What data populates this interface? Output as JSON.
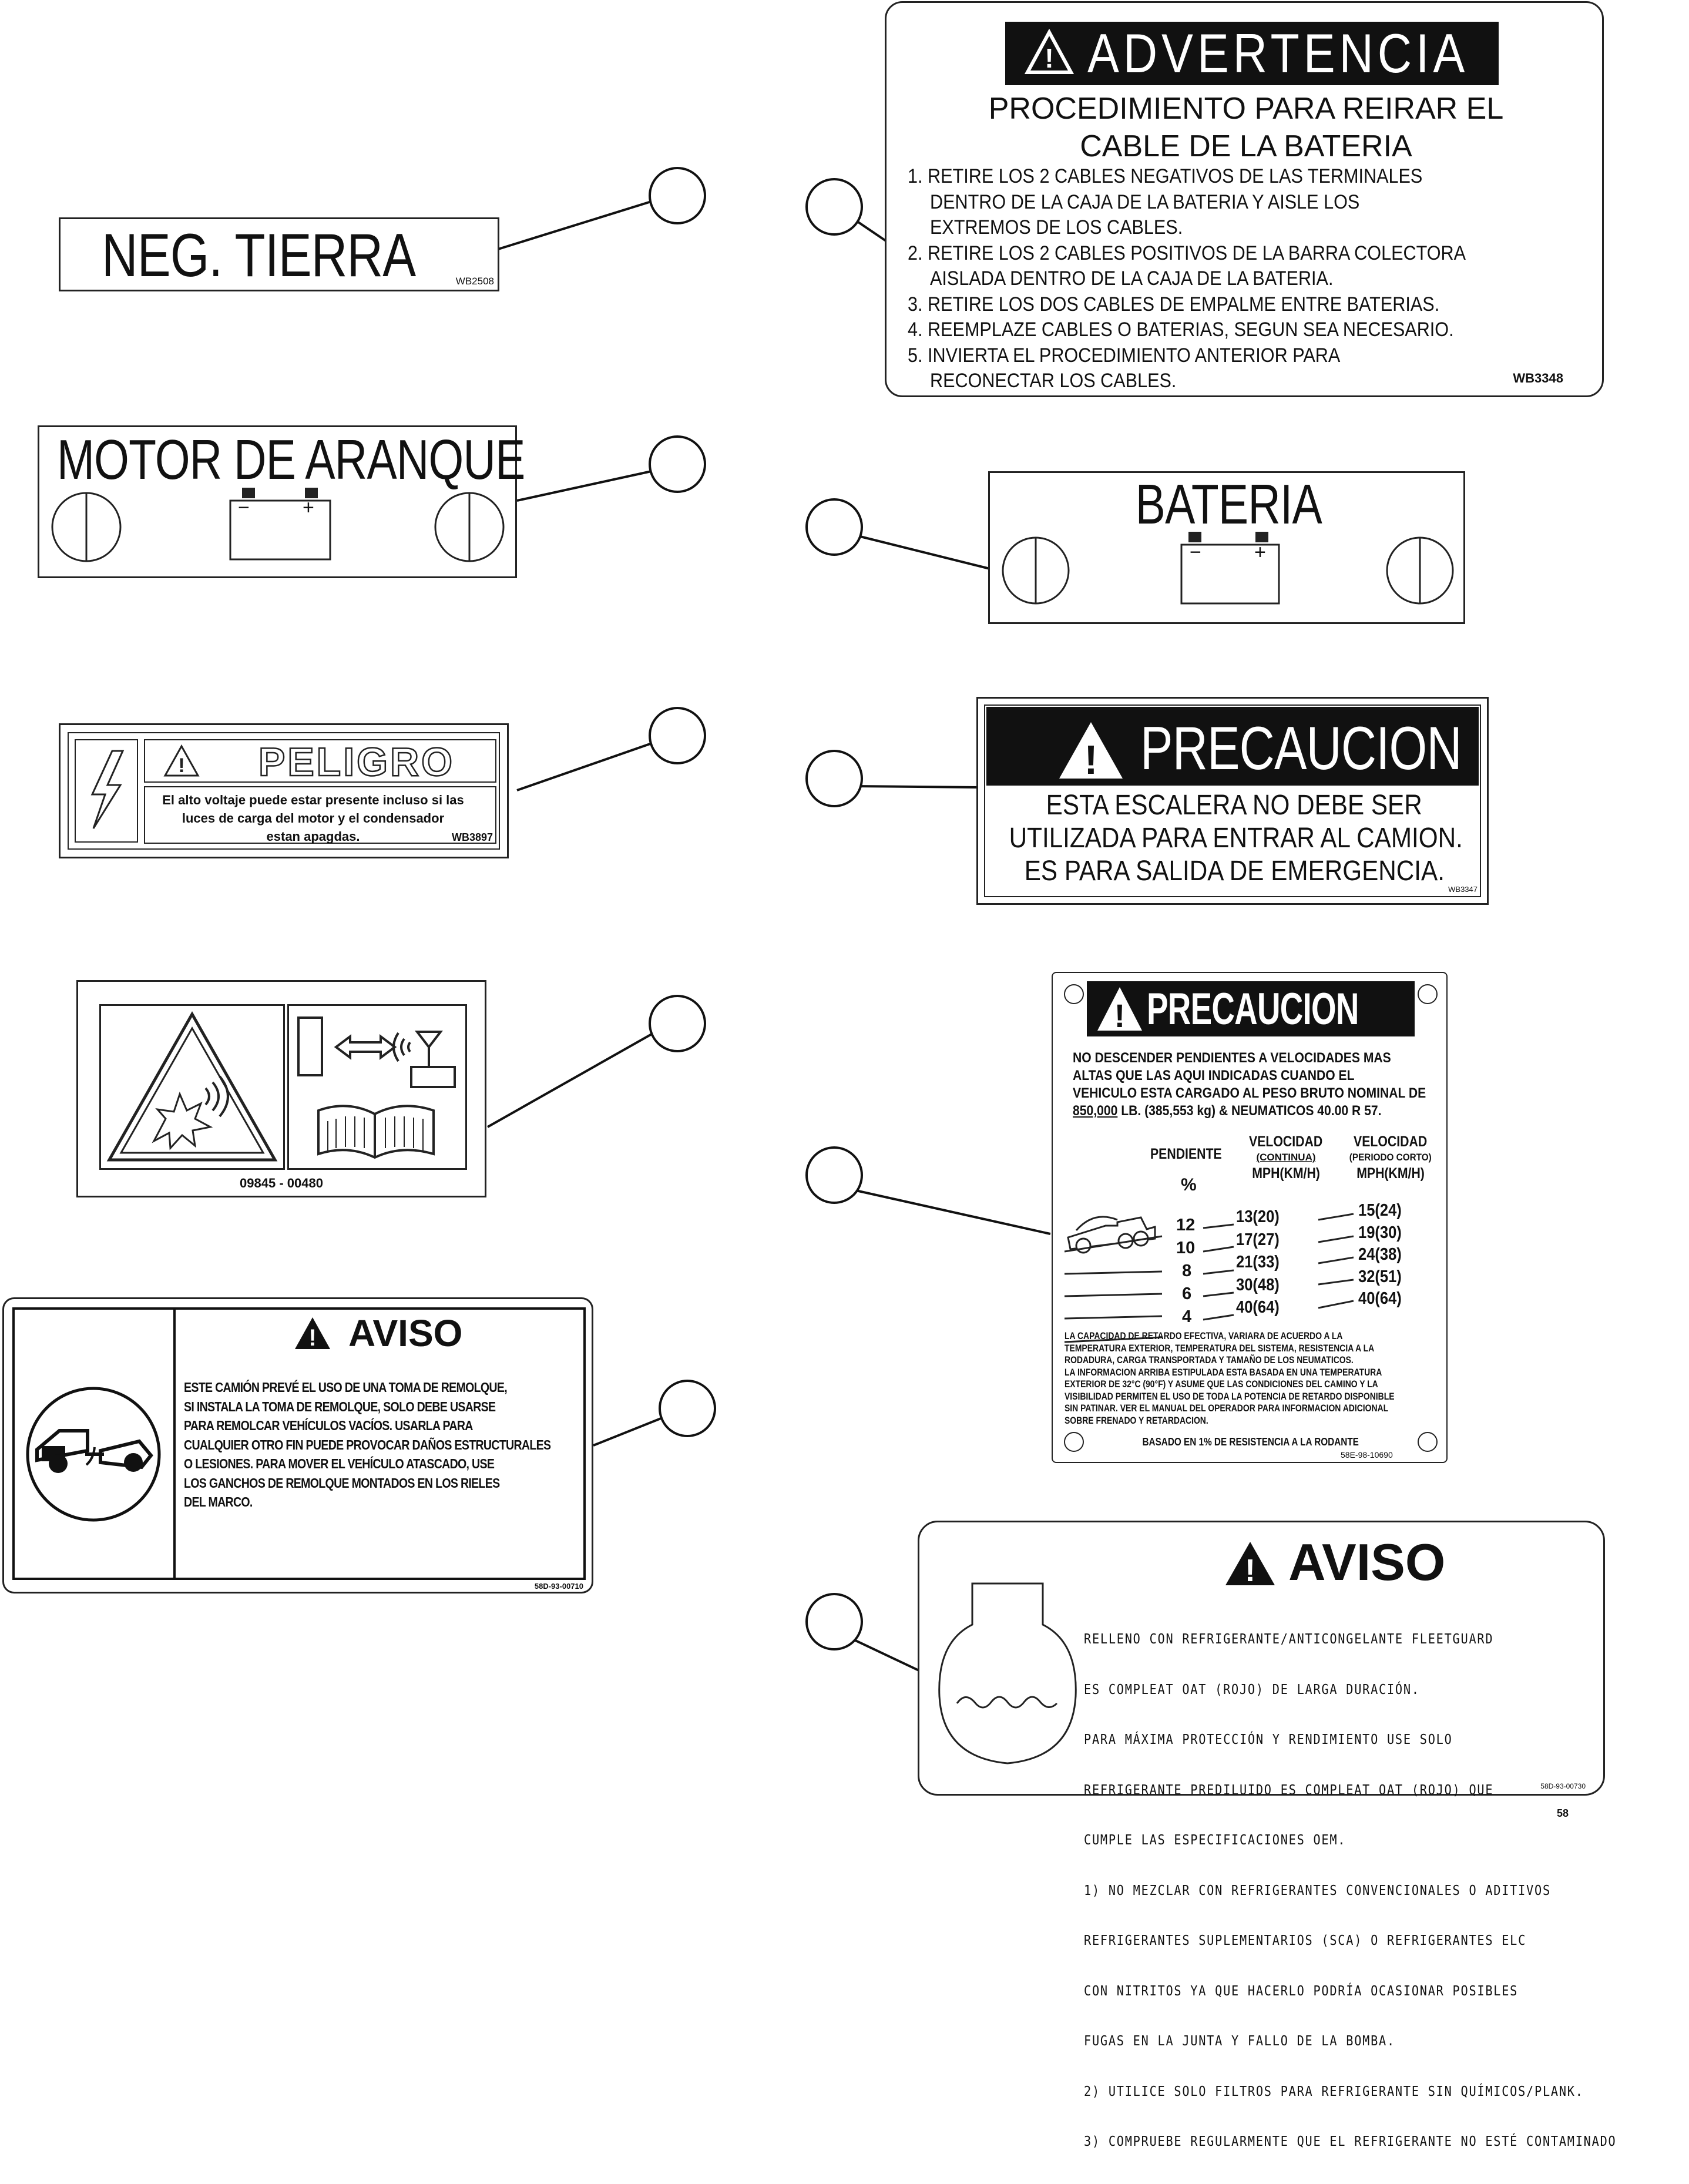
{
  "neg_tierra": {
    "title": "NEG. TIERRA",
    "code": "WB2508"
  },
  "motor_arranque": {
    "title": "MOTOR DE ARANQUE",
    "minus": "−",
    "plus": "+"
  },
  "peligro": {
    "title": "PELIGRO",
    "lines": [
      "El alto voltaje puede estar presente incluso si las",
      "luces de carga del motor y el condensador",
      "estan apagdas."
    ],
    "code": "WB3897"
  },
  "pictograma": {
    "code": "09845 - 00480"
  },
  "aviso_remolque": {
    "title": "AVISO",
    "lines": [
      "ESTE CAMIÓN PREVÉ EL USO DE UNA TOMA DE REMOLQUE,",
      "SI INSTALA LA TOMA DE REMOLQUE, SOLO DEBE USARSE",
      "PARA REMOLCAR VEHÍCULOS VACÍOS.  USARLA PARA",
      "CUALQUIER OTRO FIN PUEDE PROVOCAR DAÑOS ESTRUCTURALES",
      "O LESIONES.  PARA MOVER EL VEHÍCULO ATASCADO, USE",
      "LOS GANCHOS DE REMOLQUE MONTADOS EN LOS RIELES",
      "DEL MARCO."
    ],
    "code": "58D-93-00710"
  },
  "advertencia": {
    "title": "ADVERTENCIA",
    "subtitle_1": "PROCEDIMIENTO PARA REIRAR EL",
    "subtitle_2": "CABLE DE LA BATERIA",
    "steps": [
      "1. RETIRE LOS 2 CABLES NEGATIVOS DE LAS TERMINALES",
      "DENTRO DE LA CAJA DE LA BATERIA Y AISLE LOS",
      "EXTREMOS DE LOS CABLES.",
      "2. RETIRE LOS 2 CABLES POSITIVOS DE LA BARRA COLECTORA",
      "AISLADA DENTRO DE LA CAJA DE LA BATERIA.",
      "3. RETIRE LOS DOS CABLES DE EMPALME ENTRE BATERIAS.",
      "4. REEMPLAZE CABLES O BATERIAS, SEGUN SEA NECESARIO.",
      "5. INVIERTA EL PROCEDIMIENTO ANTERIOR PARA",
      "RECONECTAR LOS CABLES."
    ],
    "code": "WB3348"
  },
  "bateria": {
    "title": "BATERIA",
    "minus": "−",
    "plus": "+"
  },
  "precaucion_escalera": {
    "title": "PRECAUCION",
    "lines": [
      "ESTA ESCALERA NO DEBE SER",
      "UTILIZADA PARA ENTRAR AL CAMION.",
      "ES PARA SALIDA DE EMERGENCIA."
    ],
    "code": "WB3347"
  },
  "precaucion_pendientes": {
    "title": "PRECAUCION",
    "intro": [
      "NO DESCENDER PENDIENTES A VELOCIDADES MAS",
      "ALTAS QUE LAS AQUI INDICADAS CUANDO EL",
      "VEHICULO ESTA CARGADO AL PESO BRUTO NOMINAL DE"
    ],
    "intro_weight": "850,000",
    "intro_tail": " LB. (385,553 kg) & NEUMATICOS 40.00 R 57.",
    "col_grade": "PENDIENTE",
    "col_grade_unit": "%",
    "col_cont": "VELOCIDAD",
    "col_cont_sub": "(CONTINUA)",
    "col_short": "VELOCIDAD",
    "col_short_sub": "(PERIODO CORTO)",
    "unit": "MPH(KM/H)",
    "rows": [
      {
        "grade": "12",
        "cont": "13(20)",
        "short": "15(24)"
      },
      {
        "grade": "10",
        "cont": "17(27)",
        "short": "19(30)"
      },
      {
        "grade": "8",
        "cont": "21(33)",
        "short": "24(38)"
      },
      {
        "grade": "6",
        "cont": "30(48)",
        "short": "32(51)"
      },
      {
        "grade": "4",
        "cont": "40(64)",
        "short": "40(64)"
      }
    ],
    "notes": [
      "LA CAPACIDAD DE RETARDO EFECTIVA, VARIARA DE ACUERDO A LA",
      "TEMPERATURA EXTERIOR, TEMPERATURA DEL SISTEMA, RESISTENCIA A LA",
      "RODADURA, CARGA TRANSPORTADA Y TAMAÑO DE LOS NEUMATICOS.",
      "LA INFORMACION ARRIBA ESTIPULADA ESTA BASADA EN UNA TEMPERATURA",
      "EXTERIOR DE 32°C (90°F) Y ASUME QUE LAS CONDICIONES DEL CAMINO Y LA",
      "VISIBILIDAD PERMITEN EL USO DE TODA LA POTENCIA DE RETARDO DISPONIBLE",
      "SIN PATINAR. VER EL MANUAL DEL OPERADOR PARA INFORMACION ADICIONAL",
      "SOBRE FRENADO Y RETARDACION."
    ],
    "footer": "BASADO EN 1% DE RESISTENCIA A LA RODANTE",
    "code": "58E-98-10690"
  },
  "aviso_refrigerante": {
    "title": "AVISO",
    "lines": [
      "RELLENO CON REFRIGERANTE/ANTICONGELANTE FLEETGUARD",
      "ES COMPLEAT OAT (ROJO) DE LARGA DURACIÓN.",
      "PARA MÁXIMA PROTECCIÓN Y RENDIMIENTO USE SOLO",
      "REFRIGERANTE PREDILUIDO ES COMPLEAT OAT (ROJO) QUE",
      "CUMPLE LAS ESPECIFICACIONES OEM.",
      "1) NO MEZCLAR CON REFRIGERANTES CONVENCIONALES O ADITIVOS",
      "   REFRIGERANTES SUPLEMENTARIOS (SCA) O REFRIGERANTES ELC",
      "   CON NITRITOS YA QUE HACERLO PODRÍA OCASIONAR POSIBLES",
      "   FUGAS EN LA JUNTA Y FALLO DE LA BOMBA.",
      "2) UTILICE SOLO FILTROS PARA REFRIGERANTE SIN QUÍMICOS/PLANK.",
      "3) COMPRUEBE REGULARMENTE QUE EL REFRIGERANTE NO ESTÉ CONTAMINADO"
    ],
    "code": "58D-93-00730"
  },
  "page_number": "58"
}
